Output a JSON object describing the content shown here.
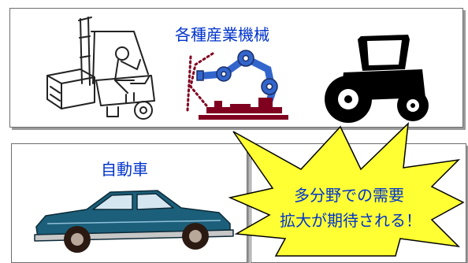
{
  "panels": {
    "industrial": {
      "title": "各種産業機械"
    },
    "automobile": {
      "title": "自動車"
    }
  },
  "callout": {
    "line1": "多分野での需要",
    "line2": "拡大が期待される！"
  },
  "icons": [
    "forklift-icon",
    "robot-arm-icon",
    "tractor-icon",
    "car-icon",
    "starburst-callout"
  ],
  "colors": {
    "label_text": "#0033cc",
    "starburst_fill": "#ffff33",
    "robot_blue": "#3366cc",
    "robot_base": "#800020",
    "car_body": "#1c5f7a"
  }
}
